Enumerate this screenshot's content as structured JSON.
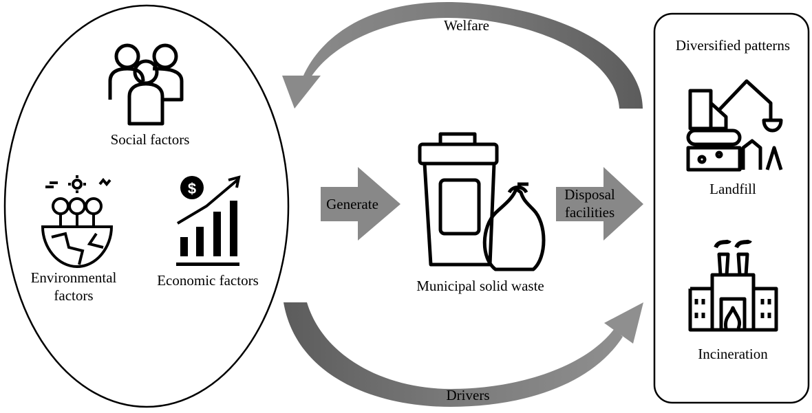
{
  "labels": {
    "welfare": "Welfare",
    "drivers": "Drivers",
    "social": "Social factors",
    "environmental_1": "Environmental",
    "environmental_2": "factors",
    "economic": "Economic factors",
    "generate": "Generate",
    "disposal_1": "Disposal",
    "disposal_2": "facilities",
    "msw": "Municipal solid waste",
    "patterns_title": "Diversified patterns",
    "landfill": "Landfill",
    "incineration": "Incineration"
  },
  "icons": {
    "people": "people-icon",
    "environment": "earth-trees-icon",
    "economic": "growth-chart-dollar-icon",
    "waste": "trash-bin-bag-icon",
    "landfill": "excavator-landfill-icon",
    "incineration": "incinerator-factory-icon"
  },
  "colors": {
    "arrow_light": "#8a8a8a",
    "arrow_dark": "#5f5f5f",
    "outline": "#000000"
  }
}
